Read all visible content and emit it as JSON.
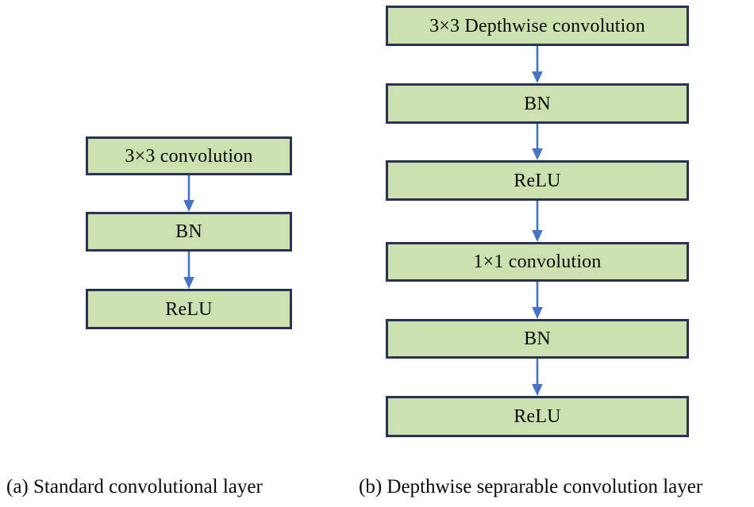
{
  "figure": {
    "background_color": "#ffffff",
    "box_fill_color": "#cce0b0",
    "box_border_color": "#2b3252",
    "arrow_color": "#4573c4",
    "panels": [
      {
        "id": "panel-a",
        "caption": "(a) Standard convolutional layer",
        "boxes": [
          {
            "label": "3×3 convolution"
          },
          {
            "label": "BN"
          },
          {
            "label": "ReLU"
          }
        ],
        "arrows": 2
      },
      {
        "id": "panel-b",
        "caption": "(b) Depthwise seprarable convolution layer",
        "boxes": [
          {
            "label": "3×3 Depthwise convolution"
          },
          {
            "label": "BN"
          },
          {
            "label": "ReLU"
          },
          {
            "label": "1×1 convolution"
          },
          {
            "label": "BN"
          },
          {
            "label": "ReLU"
          }
        ],
        "arrows": 5
      }
    ]
  }
}
